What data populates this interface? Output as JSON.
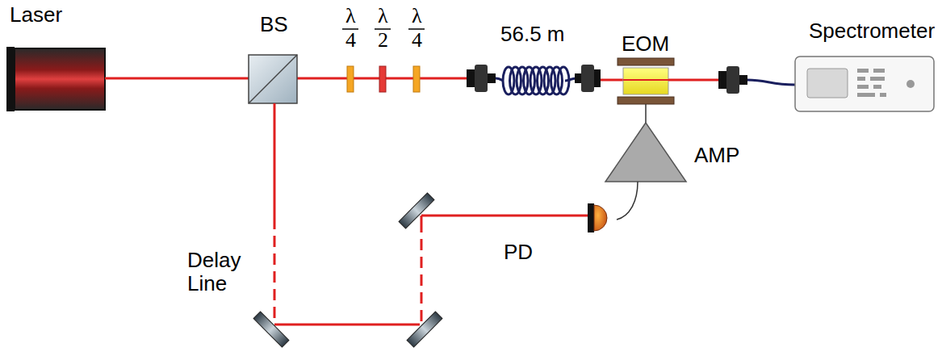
{
  "diagram": {
    "labels": [
      "Laser",
      "BS",
      "λ",
      "4",
      "λ",
      "2",
      "λ",
      "4",
      "56.5 m",
      "EOM",
      "Spectrometer",
      "AMP",
      "Delay Line",
      "PD"
    ]
  }
}
